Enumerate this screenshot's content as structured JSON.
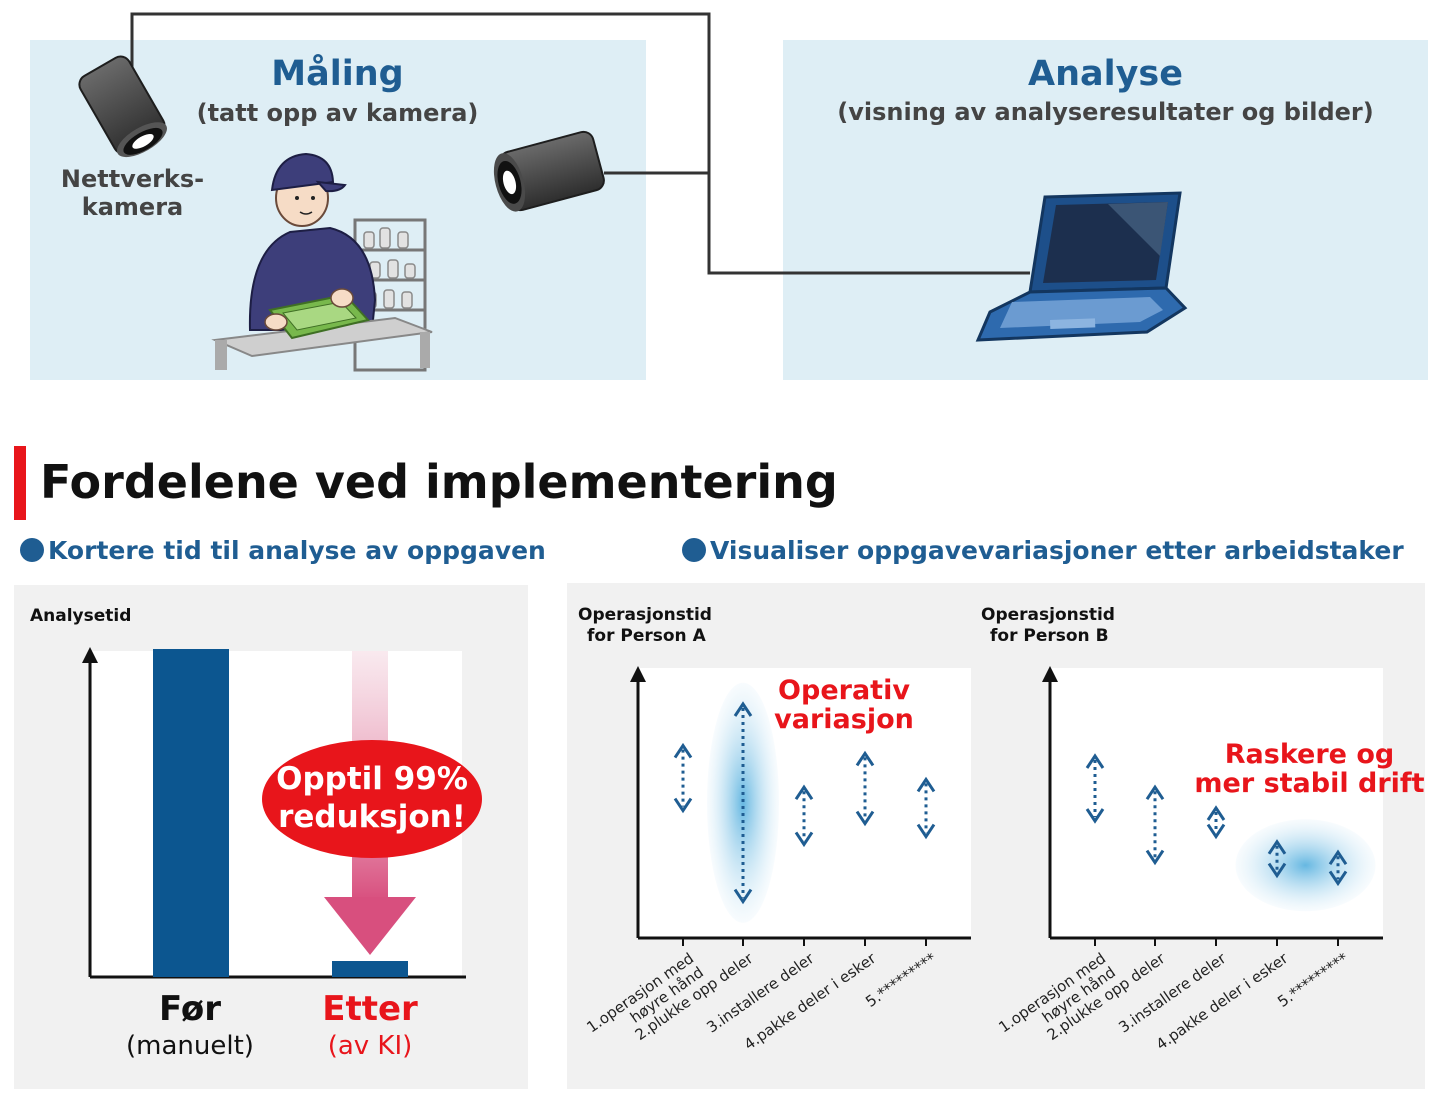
{
  "measurement": {
    "title": "Måling",
    "subtitle": "(tatt opp av kamera)",
    "camera_label_line1": "Nettverks-",
    "camera_label_line2": "kamera"
  },
  "analysis": {
    "title": "Analyse",
    "subtitle": "(visning av analyseresultater og bilder)"
  },
  "benefits": {
    "heading": "Fordelene ved implementering",
    "left_subheading": "Kortere tid til analyse av oppgaven",
    "right_subheading": "Visualiser oppgavevariasjoner etter arbeidstaker"
  },
  "colors": {
    "panel_bg": "#deeef5",
    "brand_blue": "#1f5d92",
    "bar_blue": "#0c5690",
    "accent_red": "#e8151b"
  },
  "chart_data": [
    {
      "type": "bar",
      "ylabel": "Analysetid",
      "categories": [
        "Før",
        "Etter"
      ],
      "category_notes": [
        "(manuelt)",
        "(av KI)"
      ],
      "values": [
        100,
        1
      ],
      "ylim": [
        0,
        100
      ],
      "annotation_line1": "Opptil 99%",
      "annotation_line2": "reduksjon!"
    },
    {
      "type": "range",
      "ylabel_line1": "Operasjonstid",
      "ylabel_line2": "for Person A",
      "categories": [
        "1.operasjon med høyre hånd",
        "2.plukke opp deler",
        "3.installere deler",
        "4.pakke deler i esker",
        "5.*********"
      ],
      "ranges": [
        [
          0.49,
          0.74
        ],
        [
          0.14,
          0.9
        ],
        [
          0.36,
          0.58
        ],
        [
          0.44,
          0.71
        ],
        [
          0.39,
          0.61
        ]
      ],
      "ylim": [
        0,
        1
      ],
      "annotation_line1": "Operativ",
      "annotation_line2": "variasjon"
    },
    {
      "type": "range",
      "ylabel_line1": "Operasjonstid",
      "ylabel_line2": "for Person B",
      "categories": [
        "1.operasjon med høyre hånd",
        "2.plukke opp deler",
        "3.installere deler",
        "4.pakke deler i esker",
        "5.*********"
      ],
      "ranges": [
        [
          0.45,
          0.7
        ],
        [
          0.29,
          0.58
        ],
        [
          0.39,
          0.5
        ],
        [
          0.24,
          0.37
        ],
        [
          0.21,
          0.33
        ]
      ],
      "ylim": [
        0,
        1
      ],
      "annotation_line1": "Raskere og",
      "annotation_line2": "mer stabil drift"
    }
  ]
}
